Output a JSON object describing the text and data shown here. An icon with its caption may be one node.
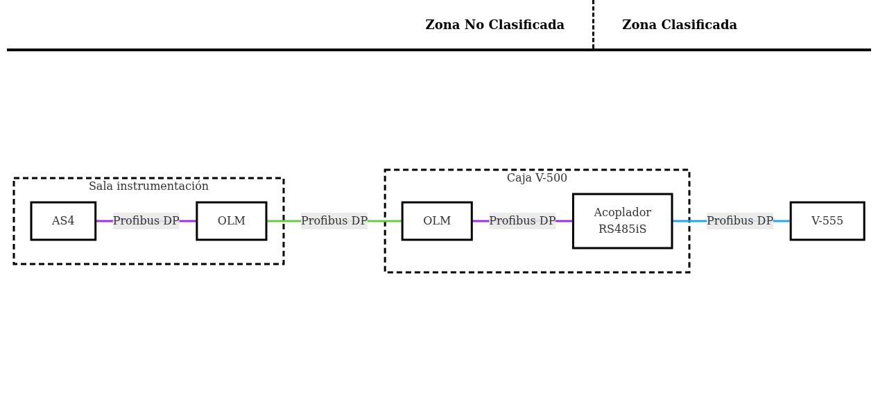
{
  "diagram": {
    "nodes": [
      {
        "text": [
          "Sala instrumentación"
        ]
      },
      {
        "text": [
          "AS4"
        ],
        "in": 0
      },
      {
        "text": [
          "OLM"
        ],
        "in": 0
      },
      {
        "text": [
          "Caja V-500"
        ]
      },
      {
        "text": [
          "OLM"
        ],
        "in": 3
      },
      {
        "text": [
          "Acoplador",
          "RS485iS"
        ],
        "in": 3
      },
      {
        "text": [
          "V-555"
        ]
      }
    ],
    "edges": [
      {
        "from": 1,
        "to": 2,
        "arrow": "none",
        "label": "Profibus DP",
        "color": "#9b30e8"
      },
      {
        "from": 2,
        "to": 4,
        "arrow": "none",
        "label": "Profibus DP",
        "color": "#66cc44"
      },
      {
        "from": 4,
        "to": 5,
        "arrow": "none",
        "label": "Profibus DP",
        "color": "#9b30e8"
      },
      {
        "from": 5,
        "to": 6,
        "arrow": "none",
        "label": "Profibus DP",
        "color": "#22a6ee"
      }
    ],
    "labels": [
      "Zona No Clasificada",
      "Zona Clasificada"
    ]
  }
}
